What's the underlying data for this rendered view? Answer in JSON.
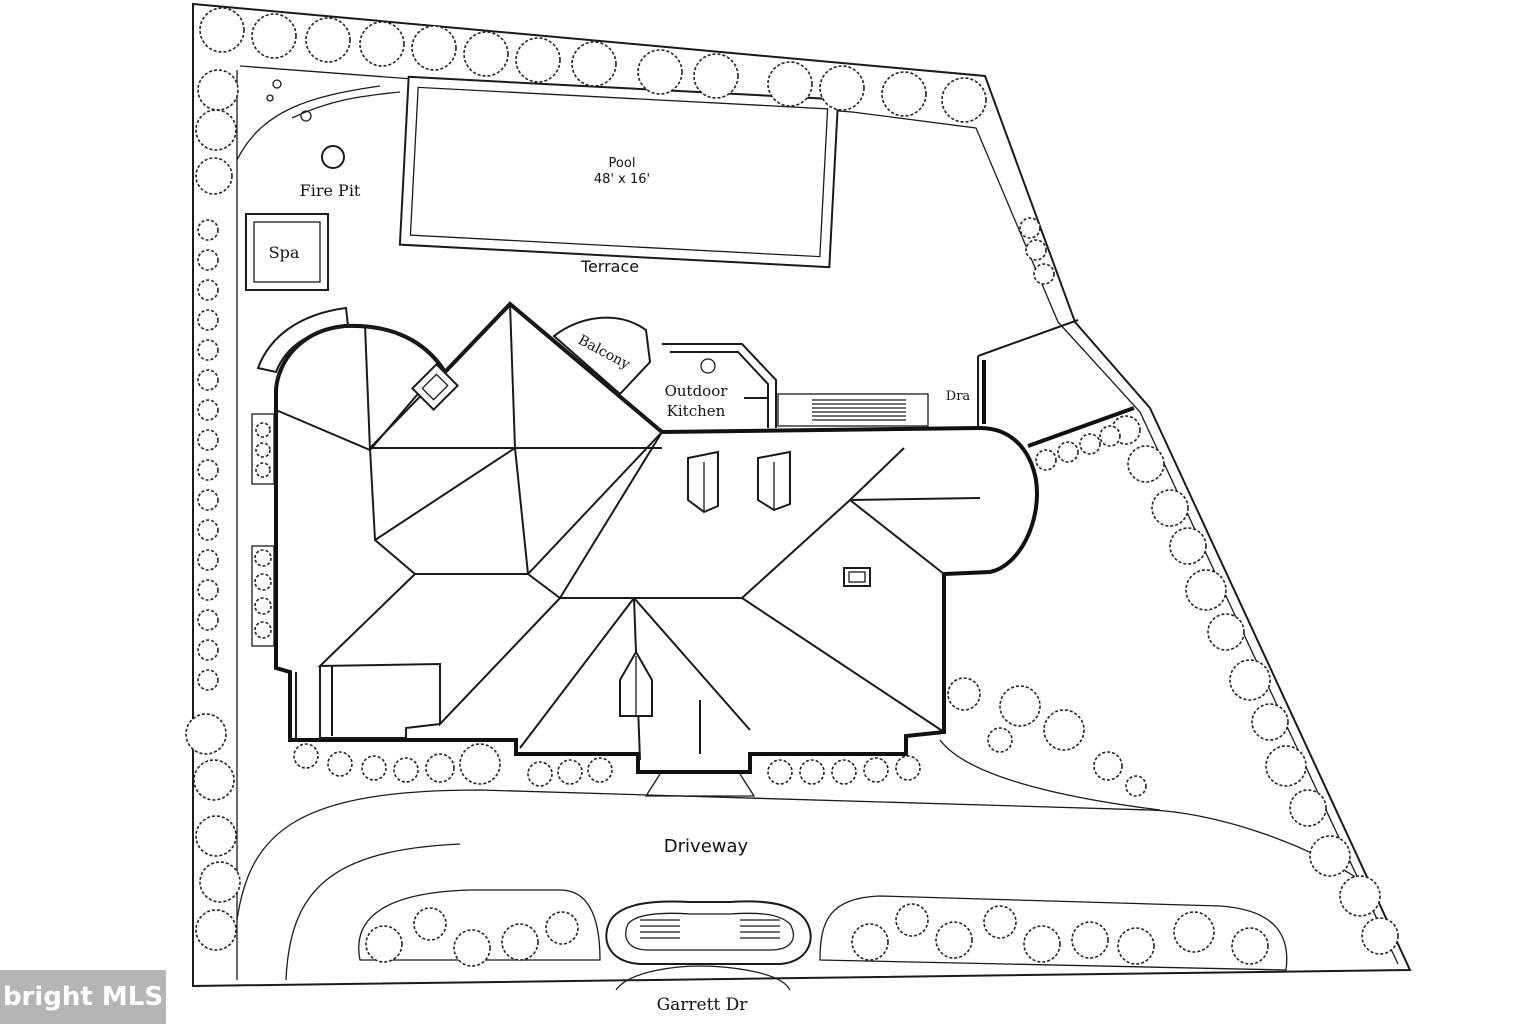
{
  "labels": {
    "fire_pit": "Fire Pit",
    "spa": "Spa",
    "pool_name": "Pool",
    "pool_size": "48' x 16'",
    "terrace": "Terrace",
    "balcony": "Balcony",
    "outdoor_kitchen_1": "Outdoor",
    "outdoor_kitchen_2": "Kitchen",
    "drive_short": "Dra",
    "driveway": "Driveway",
    "street": "Garrett Dr"
  },
  "watermark": "bright MLS"
}
